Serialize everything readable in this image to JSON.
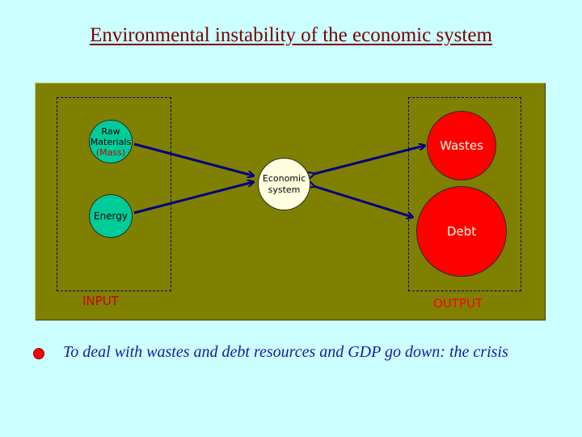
{
  "title": "Environmental instability of the economic system",
  "nodes": {
    "raw_line1": "Raw",
    "raw_line2": "Materials",
    "raw_line3": "(Mass)",
    "energy": "Energy",
    "econ_line1": "Economic",
    "econ_line2": "system",
    "wastes": "Wastes",
    "debt": "Debt"
  },
  "labels": {
    "input": "INPUT",
    "output": "OUTPUT"
  },
  "note": "To deal with wastes and debt resources and GDP go down: the crisis",
  "colors": {
    "background": "#ccffff",
    "panel": "#808000",
    "input_node": "#00cc99",
    "output_node": "#ff0000",
    "arrow": "#000080",
    "title": "#7a0000",
    "note": "#1a1aa0"
  }
}
